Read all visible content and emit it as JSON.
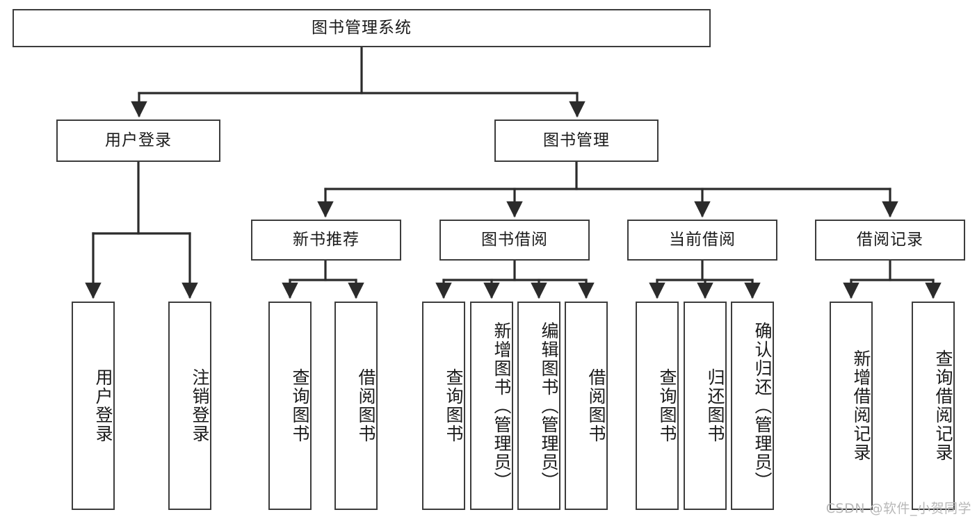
{
  "diagram": {
    "title": "图书管理系统",
    "type": "tree-hierarchy-diagram",
    "colors": {
      "box_stroke": "#3c3c3c",
      "box_fill": "#ffffff",
      "edge": "#2b2b2b",
      "text": "#1a1a1a",
      "watermark": "#b8b8b8"
    },
    "root": {
      "label": "图书管理系统"
    },
    "level2": [
      {
        "label": "用户登录"
      },
      {
        "label": "图书管理"
      }
    ],
    "level3": [
      {
        "label": "新书推荐"
      },
      {
        "label": "图书借阅"
      },
      {
        "label": "当前借阅"
      },
      {
        "label": "借阅记录"
      }
    ],
    "leaves": {
      "user_login": [
        {
          "label": "用户登录"
        },
        {
          "label": "注销登录"
        }
      ],
      "new_book_recommend": [
        {
          "label": "查询图书"
        },
        {
          "label": "借阅图书"
        }
      ],
      "book_borrow": [
        {
          "label": "查询图书"
        },
        {
          "label": "新增图书（管理员）"
        },
        {
          "label": "编辑图书（管理员）"
        },
        {
          "label": "借阅图书"
        }
      ],
      "current_borrow": [
        {
          "label": "查询图书"
        },
        {
          "label": "归还图书"
        },
        {
          "label": "确认归还（管理员）"
        }
      ],
      "borrow_record": [
        {
          "label": "新增借阅记录"
        },
        {
          "label": "查询借阅记录"
        }
      ]
    },
    "watermark": "CSDN @软件_小贺同学"
  }
}
